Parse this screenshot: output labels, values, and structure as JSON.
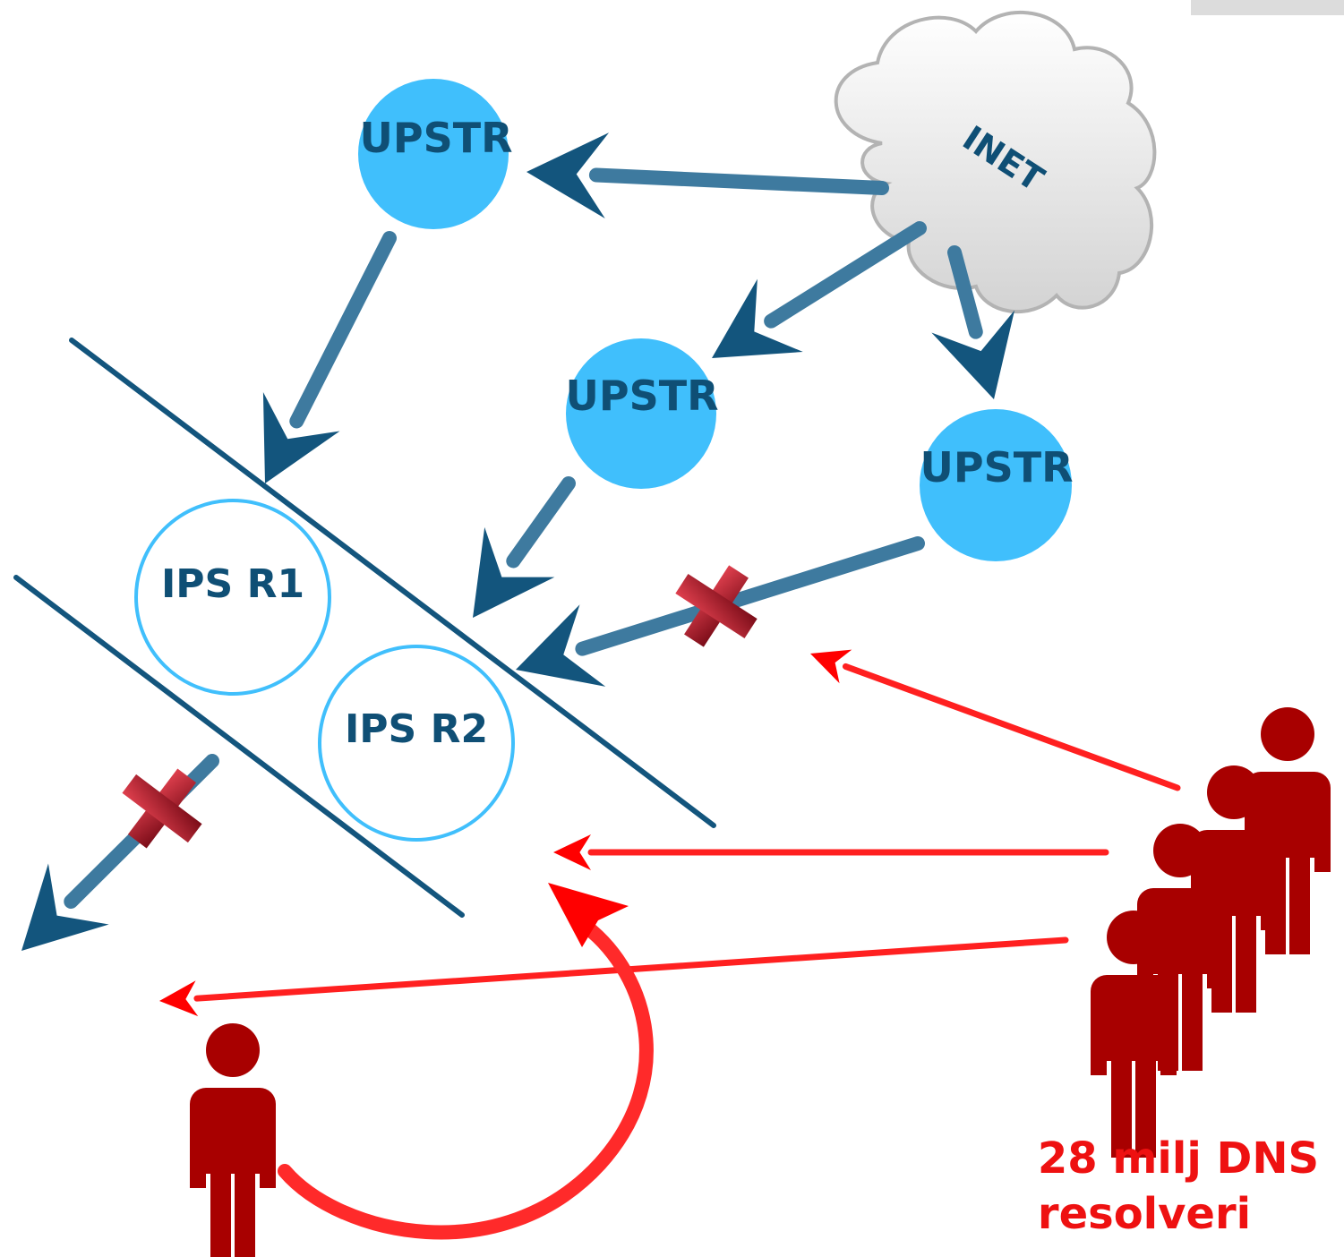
{
  "nodes": {
    "upstream_top": "UPSTR",
    "upstream_middle": "UPSTR",
    "upstream_right": "UPSTR",
    "internet": "INET",
    "ips_r1": "IPS R1",
    "ips_r2": "IPS R2"
  },
  "caption": {
    "line1": "28 milj DNS",
    "line2": "resolveri"
  },
  "colors": {
    "upstream_fill": "#40bffc",
    "node_text": "#0f4f75",
    "blue_arrow": "#13557d",
    "red_arrow": "#ff0000",
    "person": "#a80000",
    "caption": "#ee1111",
    "cloud": "#e4e4e4"
  },
  "icons": [
    "cloud-icon",
    "person-icon",
    "blocked-x-icon"
  ]
}
